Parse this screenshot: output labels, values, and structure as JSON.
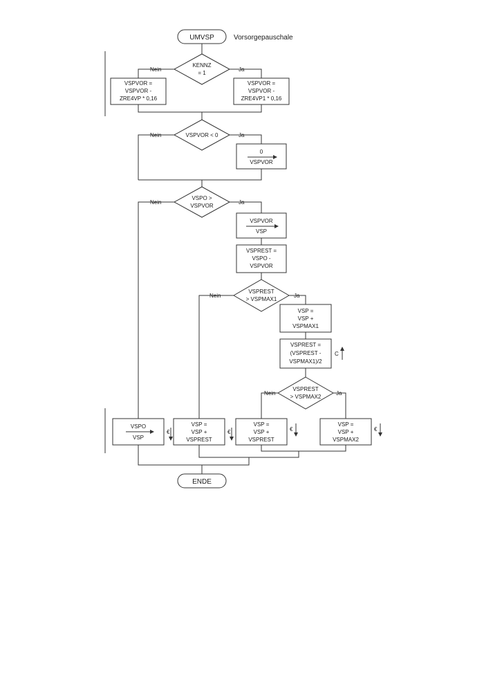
{
  "start": {
    "label": "UMVSP",
    "caption": "Vorsorgepauschale"
  },
  "end": {
    "label": "ENDE"
  },
  "branch": {
    "no": "Nein",
    "yes": "Ja"
  },
  "symbols": {
    "euro": "€",
    "c": "C"
  },
  "d1": {
    "lines": [
      "KENNZ",
      "= 1"
    ]
  },
  "b1": {
    "lines": [
      "VSPVOR =",
      "VSPVOR -",
      "ZRE4VP * 0,16"
    ]
  },
  "b2": {
    "lines": [
      "VSPVOR =",
      "VSPVOR -",
      "ZRE4VP1 * 0,16"
    ]
  },
  "d2": {
    "lines": [
      "VSPVOR < 0"
    ]
  },
  "b3": {
    "top": "0",
    "bottom": "VSPVOR"
  },
  "d3": {
    "lines": [
      "VSPO >",
      "VSPVOR"
    ]
  },
  "b4": {
    "top": "VSPVOR",
    "bottom": "VSP"
  },
  "b5": {
    "lines": [
      "VSPREST =",
      "VSPO -",
      "VSPVOR"
    ]
  },
  "d4": {
    "lines": [
      "VSPREST",
      "> VSPMAX1"
    ]
  },
  "b6": {
    "lines": [
      "VSP =",
      "VSP +",
      "VSPMAX1"
    ]
  },
  "b7": {
    "lines": [
      "VSPREST =",
      "(VSPREST -",
      "VSPMAX1)/2"
    ]
  },
  "d5": {
    "lines": [
      "VSPREST",
      "> VSPMAX2"
    ]
  },
  "b8": {
    "top": "VSPO",
    "bottom": "VSP"
  },
  "b9": {
    "lines": [
      "VSP =",
      "VSP +",
      "VSPREST"
    ]
  },
  "b10": {
    "lines": [
      "VSP =",
      "VSP +",
      "VSPREST"
    ]
  },
  "b11": {
    "lines": [
      "VSP =",
      "VSP +",
      "VSPMAX2"
    ]
  }
}
